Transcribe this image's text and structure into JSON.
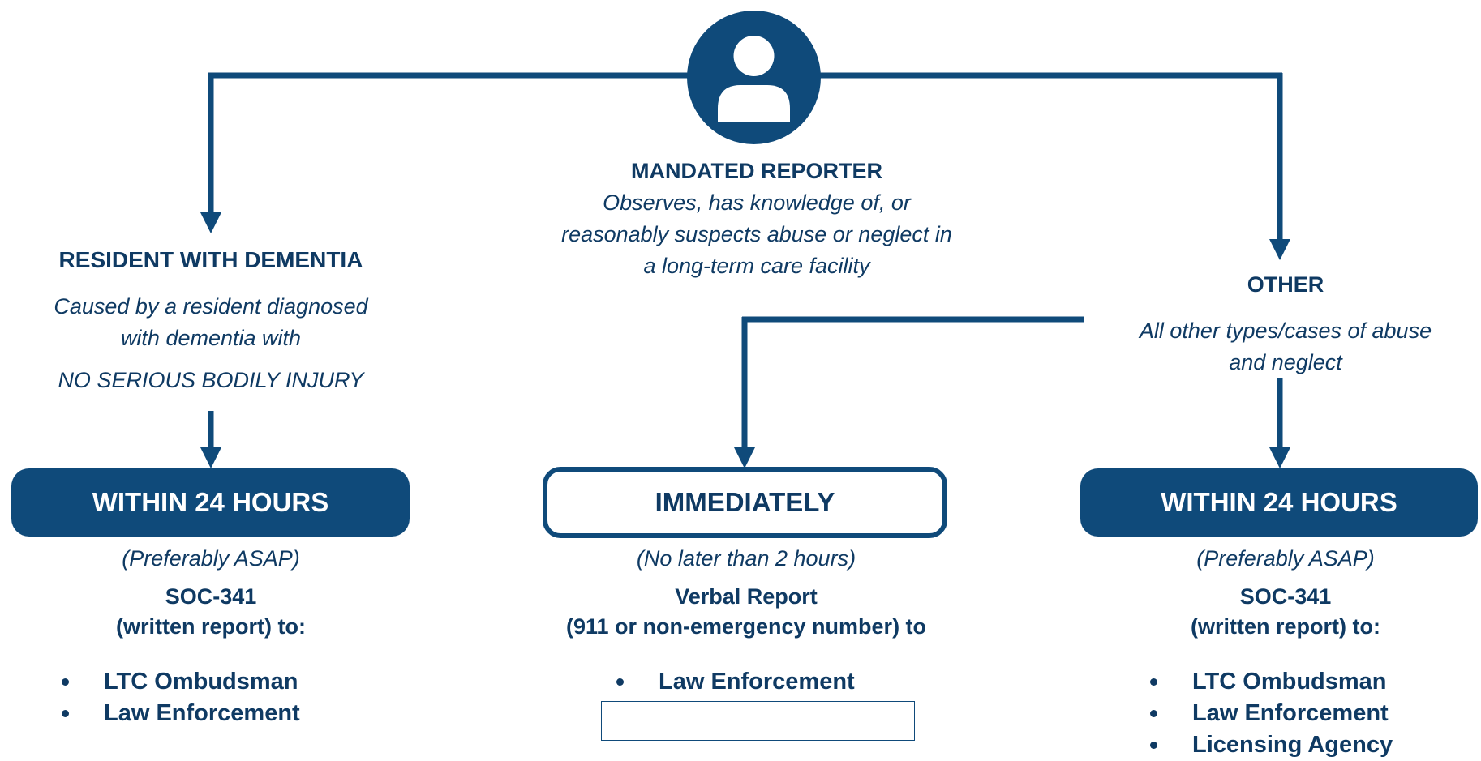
{
  "colors": {
    "primary": "#0f4a7a",
    "text": "#0f3a63",
    "background": "#ffffff"
  },
  "reporter": {
    "icon": "person-icon",
    "title": "MANDATED REPORTER",
    "desc_lines": [
      "Observes, has knowledge of, or",
      "reasonably suspects abuse or neglect in",
      "a long-term care facility"
    ]
  },
  "left": {
    "title": "RESIDENT WITH DEMENTIA",
    "desc_lines": [
      "Caused by a resident diagnosed",
      "with dementia with",
      "NO SERIOUS BODILY INJURY"
    ],
    "timeline": "WITHIN 24 HOURS",
    "note": "(Preferably ASAP)",
    "report_lines": [
      "SOC-341",
      "(written report) to:"
    ],
    "recipients": [
      "LTC Ombudsman",
      "Law Enforcement"
    ]
  },
  "middle": {
    "timeline": "IMMEDIATELY",
    "note": "(No later than 2 hours)",
    "report_lines": [
      "Verbal Report",
      "(911 or non-emergency number) to"
    ],
    "recipients": [
      "Law Enforcement"
    ]
  },
  "right": {
    "title": "OTHER",
    "desc_lines": [
      "All other types/cases of abuse",
      "and neglect"
    ],
    "timeline": "WITHIN 24 HOURS",
    "note": "(Preferably ASAP)",
    "report_lines": [
      "SOC-341",
      "(written report) to:"
    ],
    "recipients": [
      "LTC Ombudsman",
      "Law Enforcement",
      "Licensing Agency"
    ]
  }
}
